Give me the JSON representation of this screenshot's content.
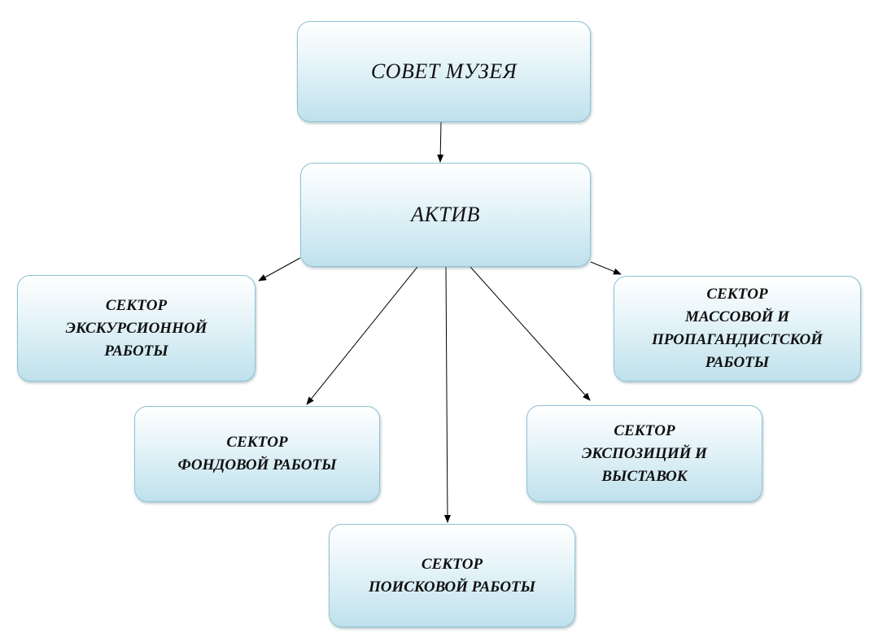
{
  "diagram": {
    "council": "СОВЕТ МУЗЕЯ",
    "activ": "АКТИВ",
    "sectors": {
      "excursion": "СЕКТОР\nЭКСКУРСИОННОЙ\nРАБОТЫ",
      "mass": "СЕКТОР\nМАССОВОЙ И\nПРОПАГАНДИСТСКОЙ\nРАБОТЫ",
      "fund": "СЕКТОР\nФОНДОВОЙ РАБОТЫ",
      "exhibits": "СЕКТОР\nЭКСПОЗИЦИЙ И\nВЫСТАВОК",
      "search": "СЕКТОР\nПОИСКОВОЙ РАБОТЫ"
    }
  },
  "colors": {
    "box_border": "#8fc3d6",
    "box_gradient_top": "#ffffff",
    "box_gradient_bottom": "#bfe1ec",
    "arrow": "#000000"
  }
}
